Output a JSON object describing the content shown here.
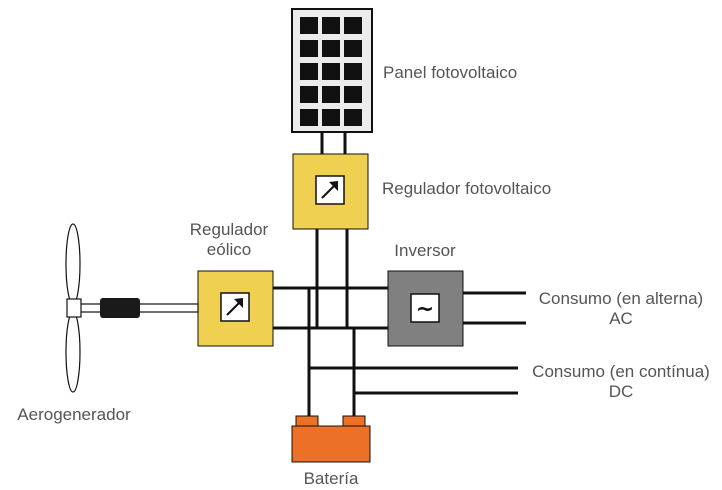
{
  "labels": {
    "panel": "Panel fotovoltaico",
    "pv_regulator": "Regulador fotovoltaico",
    "wind_regulator_line1": "Regulador",
    "wind_regulator_line2": "eólico",
    "inverter": "Inversor",
    "ac_load_line1": "Consumo (en alterna)",
    "ac_load_line2": "AC",
    "dc_load_line1": "Consumo (en contínua)",
    "dc_load_line2": "DC",
    "wind_turbine": "Aerogenerador",
    "battery": "Batería"
  },
  "symbols": {
    "inverter": "~"
  },
  "colors": {
    "regulator": "#f0d050",
    "inverter": "#808080",
    "battery": "#ec7028",
    "panel_frame": "#ececec",
    "panel_cell": "#111111",
    "wire": "#111111",
    "label": "#555555"
  }
}
